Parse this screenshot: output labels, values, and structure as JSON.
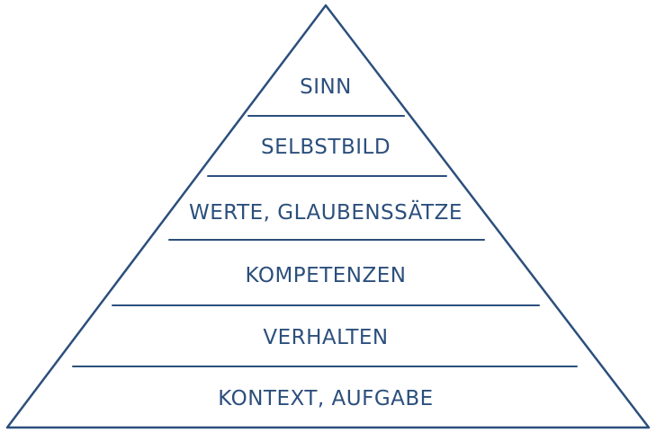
{
  "pyramid": {
    "levels": [
      "SINN",
      "SELBSTBILD",
      "WERTE, GLAUBENSSÄTZE",
      "KOMPETENZEN",
      "VERHALTEN",
      "KONTEXT, AUFGABE"
    ],
    "color": "#2c4f7c"
  }
}
